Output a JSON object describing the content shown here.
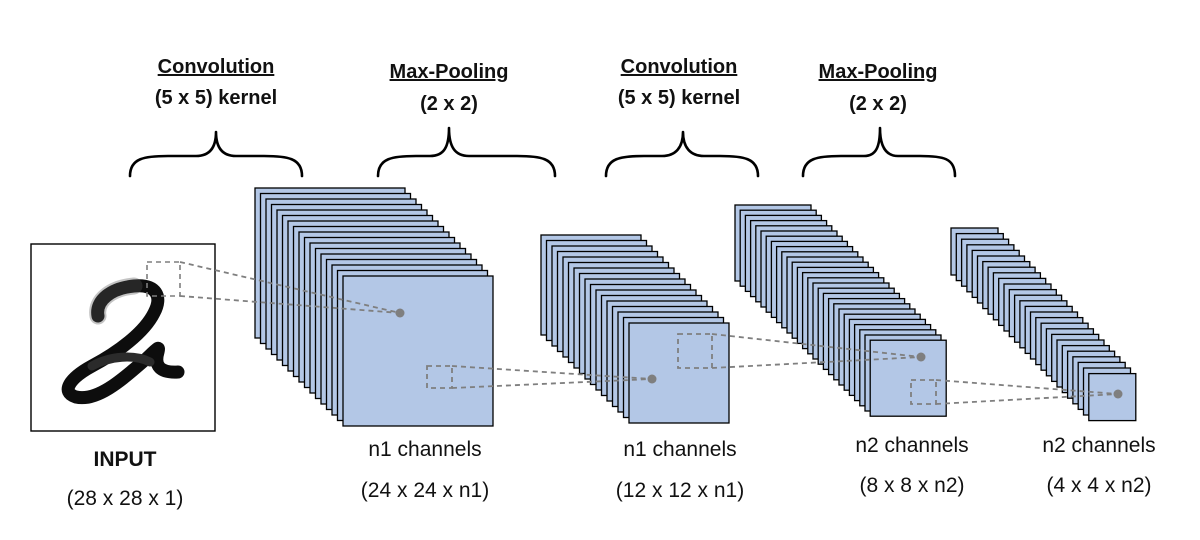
{
  "operations": [
    {
      "title": "Convolution",
      "sub": "(5 x 5) kernel"
    },
    {
      "title": "Max-Pooling",
      "sub": "(2 x 2)"
    },
    {
      "title": "Convolution",
      "sub": "(5 x 5) kernel"
    },
    {
      "title": "Max-Pooling",
      "sub": "(2 x 2)"
    }
  ],
  "input": {
    "label": "INPUT",
    "dims": "(28 x 28 x 1)"
  },
  "layers": [
    {
      "label": "n1 channels",
      "dims": "(24 x 24 x n1)"
    },
    {
      "label": "n1 channels",
      "dims": "(12 x 12 x n1)"
    },
    {
      "label": "n2 channels",
      "dims": "(8 x 8 x n2)"
    },
    {
      "label": "n2 channels",
      "dims": "(4 x 4 x n2)"
    }
  ],
  "colors": {
    "feature_map": "#b3c7e6",
    "connector": "#7f7f7f"
  }
}
